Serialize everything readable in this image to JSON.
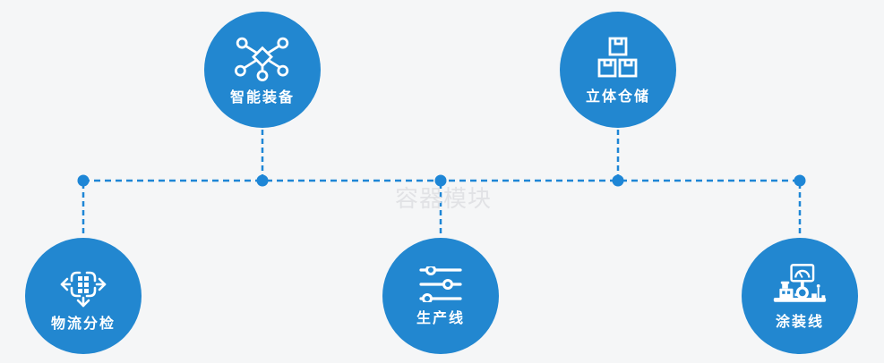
{
  "watermark": {
    "text": "容器模块"
  },
  "colors": {
    "accent_circle": "#2287d0",
    "connector_line": "#1e86d6",
    "background": "#f5f6f7",
    "icon_foreground": "#ffffff",
    "watermark_text": "#e1e2e5"
  },
  "nodes": [
    {
      "id": "smart-equipment",
      "label": "智能装备",
      "icon": "network-nodes-icon",
      "position": "top-left"
    },
    {
      "id": "stereo-warehouse",
      "label": "立体仓储",
      "icon": "stacked-boxes-icon",
      "position": "top-right"
    },
    {
      "id": "logistics-sorting",
      "label": "物流分检",
      "icon": "sorting-arrows-icon",
      "position": "bottom-left"
    },
    {
      "id": "production-line",
      "label": "生产线",
      "icon": "sliders-icon",
      "position": "bottom-center"
    },
    {
      "id": "coating-line",
      "label": "涂装线",
      "icon": "control-station-icon",
      "position": "bottom-right"
    }
  ]
}
